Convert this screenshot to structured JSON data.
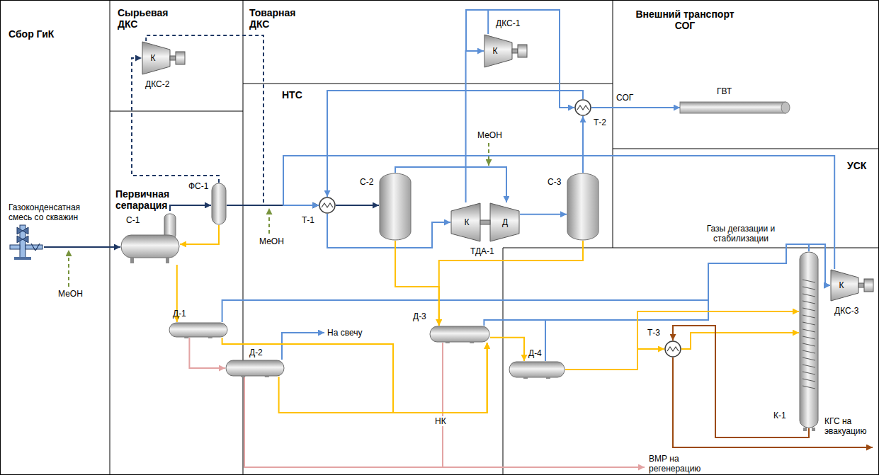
{
  "diagram": {
    "nodes": [
      {
        "text": [
          "С-1"
        ]
      },
      {
        "text": [
          "ФС-1"
        ]
      },
      {
        "text": [
          "ДКС-2",
          "К"
        ]
      },
      {
        "text": [
          "ДКС-1",
          "К"
        ]
      },
      {
        "text": [
          "Т-1"
        ]
      },
      {
        "text": [
          "С-2"
        ]
      },
      {
        "text": [
          "ТДА-1",
          "К",
          "Д"
        ]
      },
      {
        "text": [
          "С-3"
        ]
      },
      {
        "text": [
          "Т-2"
        ]
      },
      {
        "text": [
          "ГВТ"
        ]
      },
      {
        "text": [
          "Д-1"
        ]
      },
      {
        "text": [
          "Д-2"
        ]
      },
      {
        "text": [
          "Д-3"
        ]
      },
      {
        "text": [
          "Д-4"
        ]
      },
      {
        "text": [
          "Т-3"
        ]
      },
      {
        "text": [
          "К-1"
        ]
      },
      {
        "text": [
          "ДКС-3",
          "К"
        ]
      }
    ],
    "edges": [
      {
        "from": 0,
        "to": 1,
        "arrow": "to"
      },
      {
        "from": 1,
        "to": 4,
        "arrow": "to"
      },
      {
        "from": 1,
        "to": 2,
        "arrow": "to"
      },
      {
        "from": 2,
        "to": 4,
        "arrow": "to"
      },
      {
        "from": 1,
        "to": 0,
        "arrow": "to"
      },
      {
        "from": 0,
        "to": 10,
        "arrow": "to"
      },
      {
        "from": 10,
        "to": 11,
        "arrow": "to"
      },
      {
        "from": 10,
        "to": 12,
        "arrow": "to"
      },
      {
        "from": 11,
        "to": 12,
        "arrow": "to",
        "label": "НК"
      },
      {
        "from": 4,
        "to": 5,
        "arrow": "to"
      },
      {
        "from": 5,
        "to": 6,
        "arrow": "to"
      },
      {
        "from": 6,
        "to": 7,
        "arrow": "to"
      },
      {
        "from": 7,
        "to": 8,
        "arrow": "to"
      },
      {
        "from": 8,
        "to": 4,
        "arrow": "to"
      },
      {
        "from": 4,
        "to": 6,
        "arrow": "to"
      },
      {
        "from": 6,
        "to": 3,
        "arrow": "to"
      },
      {
        "from": 3,
        "to": 8,
        "arrow": "to"
      },
      {
        "from": 8,
        "to": 9,
        "arrow": "to",
        "label": "СОГ"
      },
      {
        "from": 16,
        "to": 4,
        "arrow": "to"
      },
      {
        "from": 10,
        "to": 16,
        "arrow": "to"
      },
      {
        "from": 12,
        "to": 16,
        "arrow": "to"
      },
      {
        "from": 13,
        "to": 16,
        "arrow": "to"
      },
      {
        "from": 15,
        "to": 16,
        "arrow": "to"
      },
      {
        "from": 13,
        "to": 15,
        "arrow": "to"
      },
      {
        "from": 13,
        "to": 14,
        "arrow": "to"
      },
      {
        "from": 14,
        "to": 15,
        "arrow": "to"
      },
      {
        "from": 15,
        "to": 14,
        "arrow": "to"
      },
      {
        "from": 12,
        "to": 13,
        "arrow": "to"
      },
      {
        "from": 5,
        "to": 12,
        "arrow": "to"
      },
      {
        "from": 7,
        "to": 12,
        "arrow": "to"
      }
    ],
    "labels": [
      "Сбор ГиК",
      "Сырьевая ДКС",
      "Товарная ДКС",
      "Внешний транспорт СОГ",
      "НТС",
      "Первичная сепарация",
      "УСК",
      "Газоконденсатная смесь со скважин",
      "МеОН",
      "МеОН",
      "МеОН",
      "На свечу",
      "Газы дегазации и стабилизации",
      "КГС на эвакуацию",
      "ВМР на регенерацию"
    ]
  }
}
